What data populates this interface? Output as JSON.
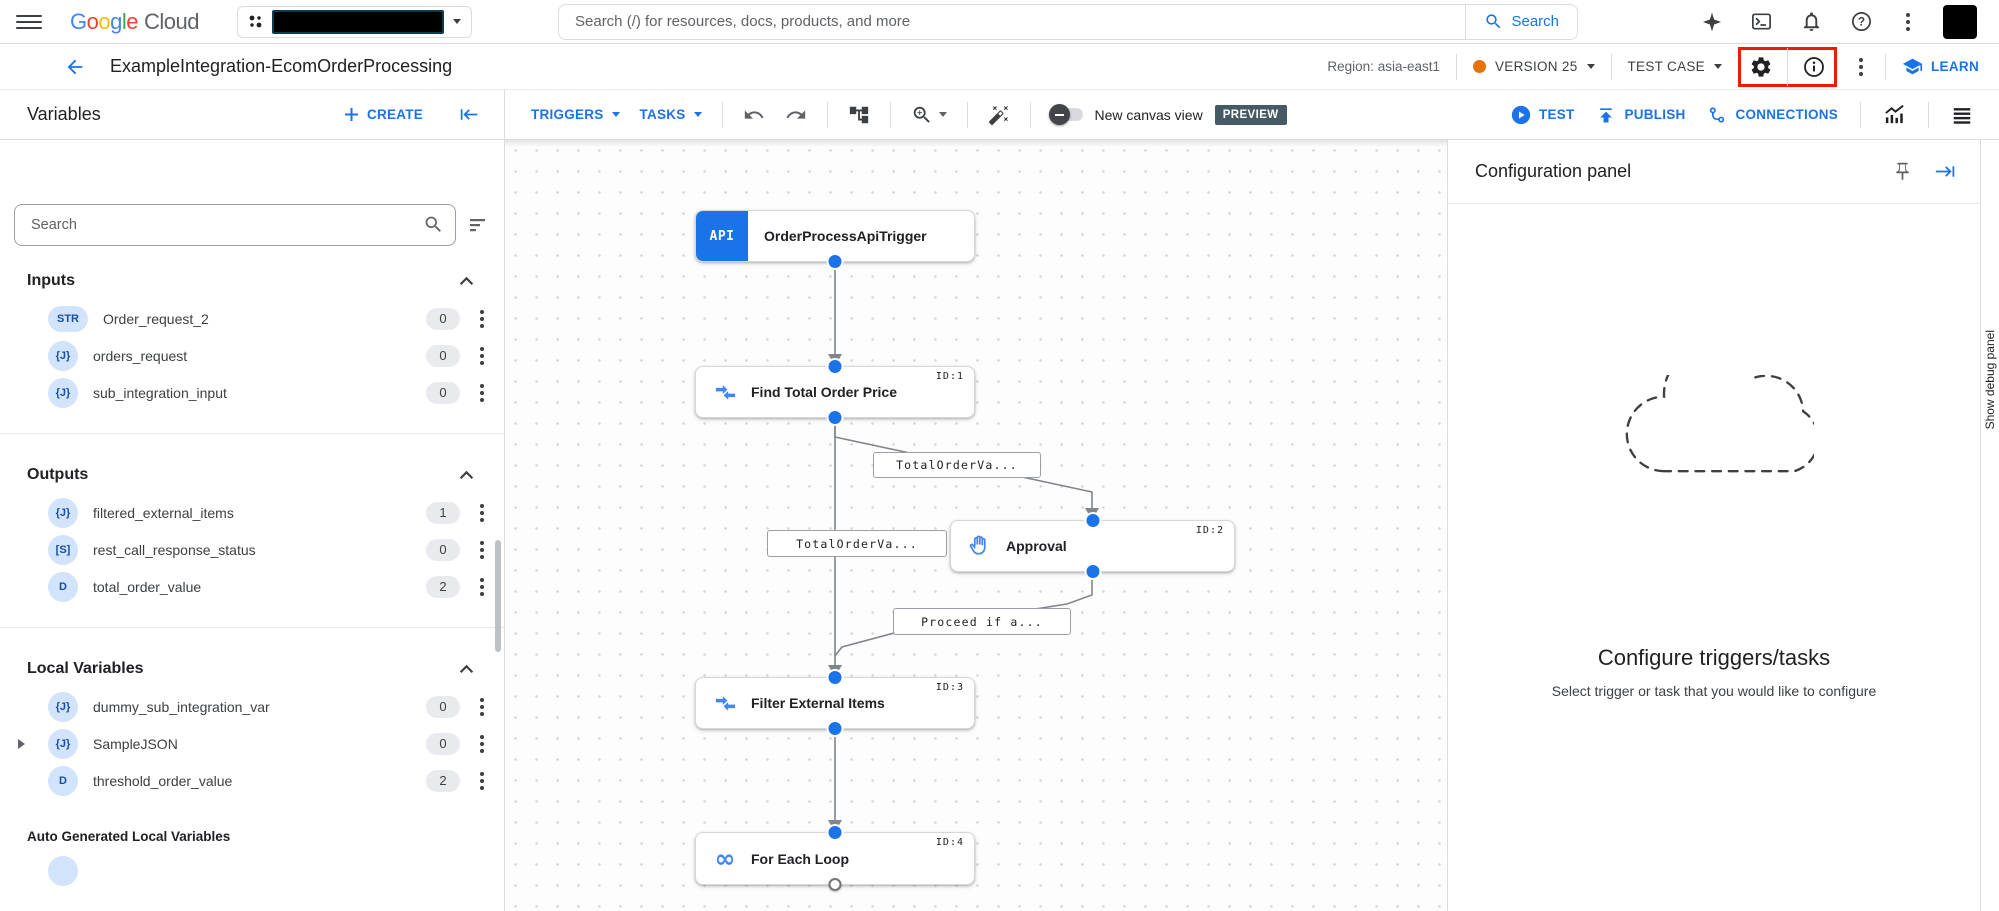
{
  "topbar": {
    "logo_letters": [
      "G",
      "o",
      "o",
      "g",
      "l",
      "e"
    ],
    "logo_cloud": "Cloud",
    "search_placeholder": "Search (/) for resources, docs, products, and more",
    "search_button": "Search"
  },
  "header": {
    "title": "ExampleIntegration-EcomOrderProcessing",
    "region": "Region: asia-east1",
    "version": "VERSION 25",
    "test_case": "TEST CASE",
    "learn": "LEARN"
  },
  "toolbar": {
    "variables_title": "Variables",
    "create": "CREATE",
    "triggers": "TRIGGERS",
    "tasks": "TASKS",
    "new_canvas_view": "New canvas view",
    "preview": "PREVIEW",
    "test": "TEST",
    "publish": "PUBLISH",
    "connections": "CONNECTIONS"
  },
  "sidebar": {
    "search_placeholder": "Search",
    "inputs_title": "Inputs",
    "inputs": [
      {
        "type": "STR",
        "name": "Order_request_2",
        "count": "0"
      },
      {
        "type": "{J}",
        "name": "orders_request",
        "count": "0"
      },
      {
        "type": "{J}",
        "name": "sub_integration_input",
        "count": "0"
      }
    ],
    "outputs_title": "Outputs",
    "outputs": [
      {
        "type": "{J}",
        "name": "filtered_external_items",
        "count": "1"
      },
      {
        "type": "[S]",
        "name": "rest_call_response_status",
        "count": "0"
      },
      {
        "type": "D",
        "name": "total_order_value",
        "count": "2"
      }
    ],
    "locals_title": "Local Variables",
    "locals": [
      {
        "type": "{J}",
        "name": "dummy_sub_integration_var",
        "count": "0"
      },
      {
        "type": "{J}",
        "name": "SampleJSON",
        "count": "0"
      },
      {
        "type": "D",
        "name": "threshold_order_value",
        "count": "2"
      }
    ],
    "auto_generated_title": "Auto Generated Local Variables"
  },
  "canvas": {
    "trigger": {
      "icon_label": "API",
      "label": "OrderProcessApiTrigger"
    },
    "tasks": [
      {
        "id": "ID:1",
        "label": "Find Total Order Price"
      },
      {
        "id": "ID:2",
        "label": "Approval"
      },
      {
        "id": "ID:3",
        "label": "Filter External Items"
      },
      {
        "id": "ID:4",
        "label": "For Each Loop"
      }
    ],
    "edge_labels": {
      "to_approval": "TotalOrderVa...",
      "main_line": "TotalOrderVa...",
      "from_approval": "Proceed if a..."
    }
  },
  "config_panel": {
    "title": "Configuration panel",
    "empty_title": "Configure triggers/tasks",
    "empty_subtitle": "Select trigger or task that you would like to configure"
  },
  "debug": {
    "label": "Show debug panel"
  },
  "colors": {
    "primary_blue": "#1a73e8",
    "node_icon_blue": "#4285f4",
    "version_dot_orange": "#e8710a",
    "callout_red": "#ea1b0a",
    "preview_badge_bg": "#455a64",
    "type_badge_bg": "#d2e3fc",
    "type_badge_text": "#174ea6"
  }
}
